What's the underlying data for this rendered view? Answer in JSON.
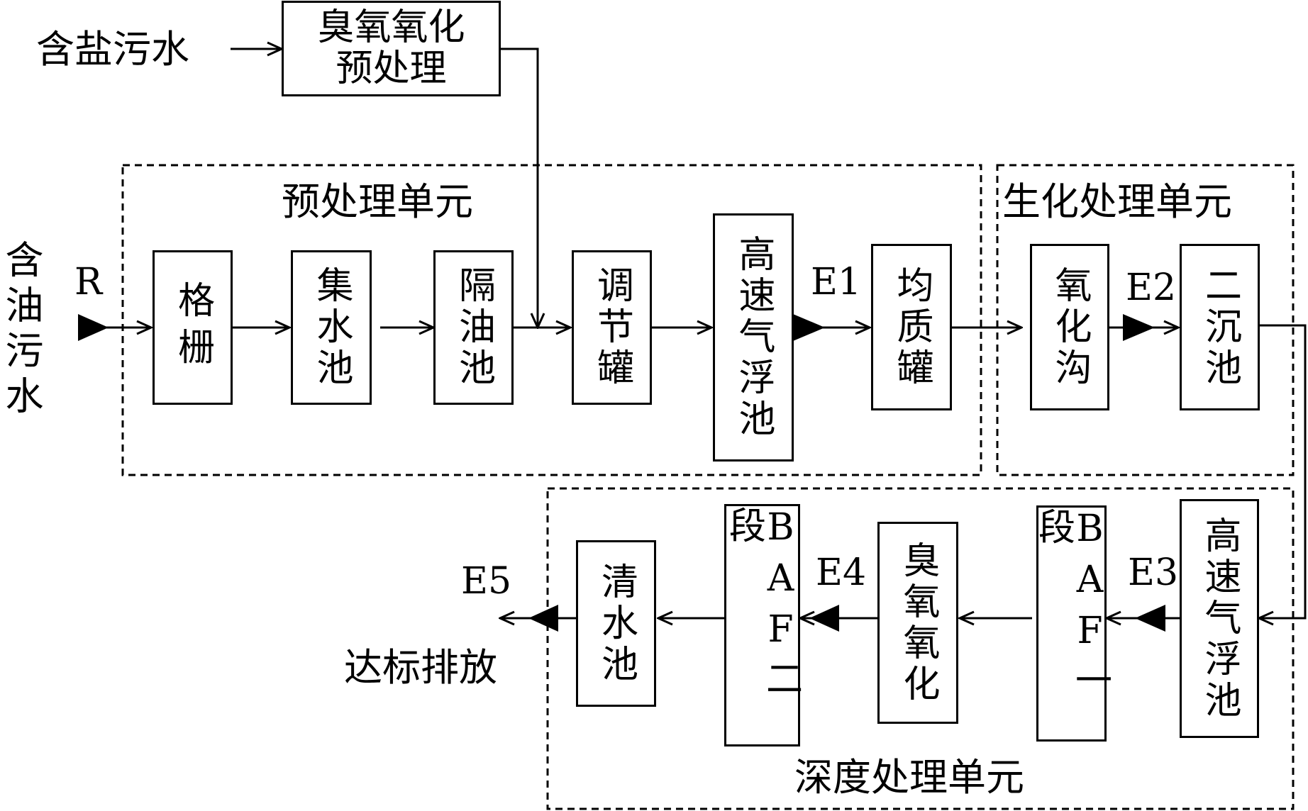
{
  "inputs": {
    "saline_wastewater": "含盐污水",
    "oily_wastewater": "含油污水"
  },
  "units": {
    "pretreatment": "预处理单元",
    "biochemical": "生化处理单元",
    "advanced": "深度处理单元"
  },
  "boxes": {
    "ozone_pretreat": "臭氧氧化\n预处理",
    "grille": "格栅",
    "collection_tank": "集水池",
    "oil_separator": "隔油池",
    "regulating_tank": "调节罐",
    "flotation_1": "高速气浮池",
    "homogenizing_tank": "均质罐",
    "oxidation_ditch": "氧化沟",
    "secondary_clarifier": "二沉池",
    "flotation_2": "高速气浮池",
    "baf_1": "BAF一段",
    "ozone_oxidation": "臭氧氧化",
    "baf_2": "BAF二段",
    "clear_water_tank": "清水池"
  },
  "sample_points": {
    "r": "R",
    "e1": "E1",
    "e2": "E2",
    "e3": "E3",
    "e4": "E4",
    "e5": "E5"
  },
  "output": "达标排放"
}
